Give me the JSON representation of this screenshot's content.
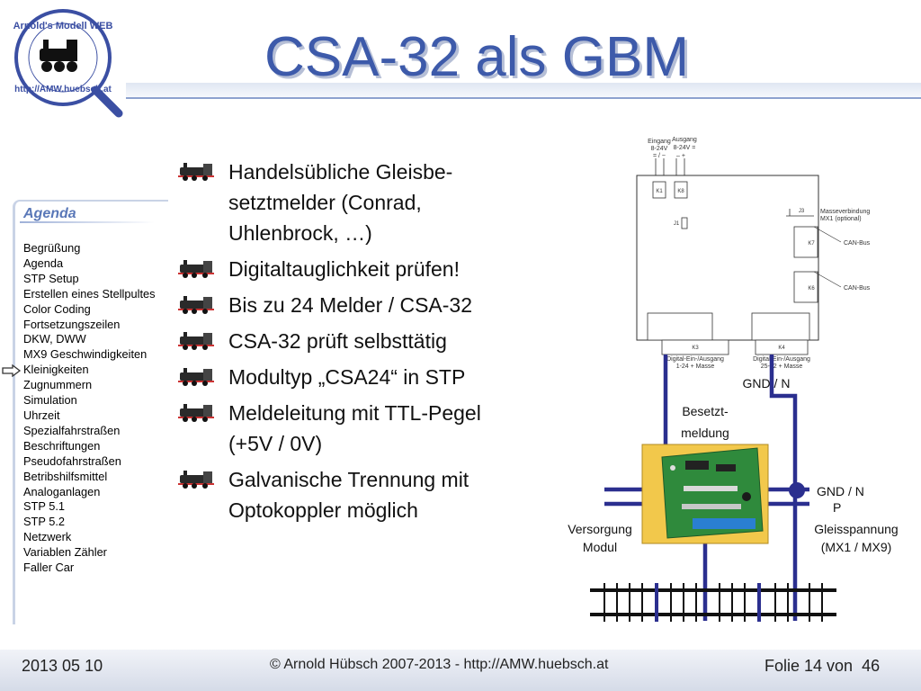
{
  "logo": {
    "text_top": "Arnold's Modell WEB",
    "text_bottom": "http://AMW.huebsch.at"
  },
  "title": "CSA-32 als GBM",
  "agenda": {
    "heading": "Agenda",
    "items": [
      "Begrüßung",
      "Agenda",
      "STP Setup",
      "Erstellen eines Stellpultes",
      "Color Coding",
      "Fortsetzungszeilen",
      "DKW, DWW",
      "MX9 Geschwindigkeiten",
      "Kleinigkeiten",
      "Zugnummern",
      "Simulation",
      "Uhrzeit",
      "Spezialfahrstraßen",
      "Beschriftungen",
      "Pseudofahrstraßen",
      "Betribshilfsmittel",
      "Analoganlagen",
      "STP 5.1",
      "STP 5.2",
      "Netzwerk",
      "Variablen Zähler",
      "Faller Car"
    ],
    "current_index": 8
  },
  "bullets": [
    {
      "line1": "Handelsübliche Gleisbe-",
      "line2": "setztmelder (Conrad,",
      "line3": "Uhlenbrock, …)"
    },
    {
      "line1": "Digitaltauglichkeit prüfen!"
    },
    {
      "line1": "Bis zu 24 Melder / CSA-32"
    },
    {
      "line1": "CSA-32 prüft selbsttätig"
    },
    {
      "line1": "Modultyp „CSA24“ in STP"
    },
    {
      "line1": "Meldeleitung mit TTL-Pegel",
      "line2": "(+5V / 0V)"
    },
    {
      "line1": "Galvanische Trennung mit",
      "line2": "Optokoppler möglich"
    }
  ],
  "diagram": {
    "eingang": "Eingang",
    "eingang_v": "8-24V",
    "eingang_pins": "= / ~",
    "ausgang": "Ausgang",
    "ausgang_v": "8-24V =",
    "ausgang_pins": "–   +",
    "k1": "K1",
    "k8": "K8",
    "j1": "J1",
    "j3": "J3",
    "masse1": "Masseverbindung",
    "masse2": "MX1 (optional)",
    "k7": "K7",
    "k6": "K6",
    "canbus1": "CAN-Bus",
    "canbus2": "CAN-Bus",
    "k3": "K3",
    "k4": "K4",
    "k3_label1": "Digital-Ein-/Ausgang",
    "k3_label2": "1-24 + Masse",
    "k4_label1": "Digital-Ein-/Ausgang",
    "k4_label2": "25-32 + Masse",
    "gnd_n_top": "GND / N",
    "besetzt1": "Besetzt-",
    "besetzt2": "meldung",
    "gnd_n": "GND / N",
    "p": "P",
    "versorgung1": "Versorgung",
    "versorgung2": "Modul",
    "gleis1": "Gleisspannung",
    "gleis2": "(MX1 / MX9)",
    "wire_color": "#2b2f8f",
    "module_color": "#f2c84b"
  },
  "footer": {
    "date": "2013 05 10",
    "copyright": "© Arnold Hübsch 2007-2013   -   http://AMW.huebsch.at",
    "folie": "Folie 14 von",
    "total": "46"
  },
  "colors": {
    "title": "#3d5aaa",
    "accent": "#8ea2cf"
  }
}
